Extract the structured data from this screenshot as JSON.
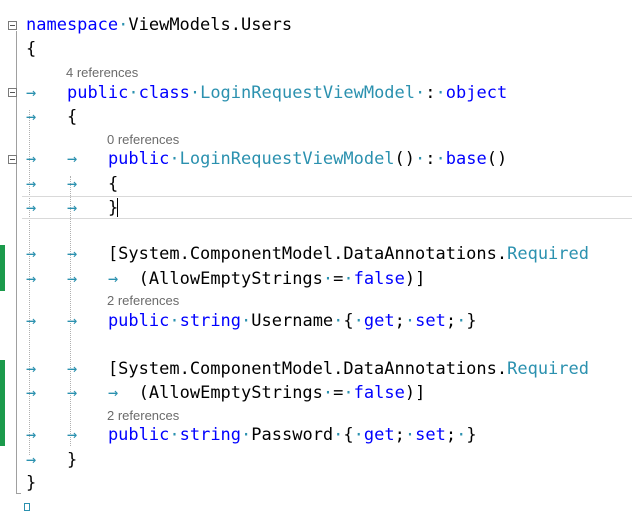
{
  "editor": {
    "lines": [
      {
        "segments": [
          {
            "t": "namespace",
            "c": "kw"
          },
          {
            "t": "·",
            "c": "ws"
          },
          {
            "t": "ViewModels.Users",
            "c": ""
          }
        ]
      },
      {
        "segments": [
          {
            "t": "{",
            "c": ""
          }
        ]
      },
      {
        "segments": [
          {
            "t": "→",
            "c": "ar"
          },
          {
            "t": "   ",
            "c": ""
          },
          {
            "t": "public",
            "c": "kw"
          },
          {
            "t": "·",
            "c": "ws"
          },
          {
            "t": "class",
            "c": "kw"
          },
          {
            "t": "·",
            "c": "ws"
          },
          {
            "t": "LoginRequestViewModel",
            "c": "ty"
          },
          {
            "t": "·",
            "c": "ws"
          },
          {
            "t": ":",
            "c": ""
          },
          {
            "t": "·",
            "c": "ws"
          },
          {
            "t": "object",
            "c": "kw"
          }
        ]
      },
      {
        "segments": [
          {
            "t": "→",
            "c": "ar"
          },
          {
            "t": "   ",
            "c": ""
          },
          {
            "t": "{",
            "c": ""
          }
        ]
      },
      {
        "segments": [
          {
            "t": "→",
            "c": "ar"
          },
          {
            "t": "   ",
            "c": ""
          },
          {
            "t": "→",
            "c": "ar"
          },
          {
            "t": "   ",
            "c": ""
          },
          {
            "t": "public",
            "c": "kw"
          },
          {
            "t": "·",
            "c": "ws"
          },
          {
            "t": "LoginRequestViewModel",
            "c": "ty"
          },
          {
            "t": "()",
            "c": ""
          },
          {
            "t": "·",
            "c": "ws"
          },
          {
            "t": ":",
            "c": ""
          },
          {
            "t": "·",
            "c": "ws"
          },
          {
            "t": "base",
            "c": "kw"
          },
          {
            "t": "()",
            "c": ""
          }
        ]
      },
      {
        "segments": [
          {
            "t": "→",
            "c": "ar"
          },
          {
            "t": "   ",
            "c": ""
          },
          {
            "t": "→",
            "c": "ar"
          },
          {
            "t": "   ",
            "c": ""
          },
          {
            "t": "{",
            "c": ""
          }
        ]
      },
      {
        "segments": [
          {
            "t": "→",
            "c": "ar"
          },
          {
            "t": "   ",
            "c": ""
          },
          {
            "t": "→",
            "c": "ar"
          },
          {
            "t": "   ",
            "c": ""
          },
          {
            "t": "}",
            "c": ""
          }
        ]
      },
      {
        "segments": []
      },
      {
        "segments": [
          {
            "t": "→",
            "c": "ar"
          },
          {
            "t": "   ",
            "c": ""
          },
          {
            "t": "→",
            "c": "ar"
          },
          {
            "t": "   ",
            "c": ""
          },
          {
            "t": "[System.ComponentModel.DataAnnotations.",
            "c": ""
          },
          {
            "t": "Required",
            "c": "ty"
          }
        ]
      },
      {
        "segments": [
          {
            "t": "→",
            "c": "ar"
          },
          {
            "t": "   ",
            "c": ""
          },
          {
            "t": "→",
            "c": "ar"
          },
          {
            "t": "   ",
            "c": ""
          },
          {
            "t": "→",
            "c": "ar"
          },
          {
            "t": "  ",
            "c": ""
          },
          {
            "t": "(AllowEmptyStrings",
            "c": ""
          },
          {
            "t": "·",
            "c": "ws"
          },
          {
            "t": "=",
            "c": ""
          },
          {
            "t": "·",
            "c": "ws"
          },
          {
            "t": "false",
            "c": "kw"
          },
          {
            "t": ")]",
            "c": ""
          }
        ]
      },
      {
        "segments": [
          {
            "t": "→",
            "c": "ar"
          },
          {
            "t": "   ",
            "c": ""
          },
          {
            "t": "→",
            "c": "ar"
          },
          {
            "t": "   ",
            "c": ""
          },
          {
            "t": "public",
            "c": "kw"
          },
          {
            "t": "·",
            "c": "ws"
          },
          {
            "t": "string",
            "c": "kw"
          },
          {
            "t": "·",
            "c": "ws"
          },
          {
            "t": "Username",
            "c": ""
          },
          {
            "t": "·",
            "c": "ws"
          },
          {
            "t": "{",
            "c": ""
          },
          {
            "t": "·",
            "c": "ws"
          },
          {
            "t": "get",
            "c": "kw"
          },
          {
            "t": ";",
            "c": ""
          },
          {
            "t": "·",
            "c": "ws"
          },
          {
            "t": "set",
            "c": "kw"
          },
          {
            "t": ";",
            "c": ""
          },
          {
            "t": "·",
            "c": "ws"
          },
          {
            "t": "}",
            "c": ""
          }
        ]
      },
      {
        "segments": []
      },
      {
        "segments": [
          {
            "t": "→",
            "c": "ar"
          },
          {
            "t": "   ",
            "c": ""
          },
          {
            "t": "→",
            "c": "ar"
          },
          {
            "t": "   ",
            "c": ""
          },
          {
            "t": "[System.ComponentModel.DataAnnotations.",
            "c": ""
          },
          {
            "t": "Required",
            "c": "ty"
          }
        ]
      },
      {
        "segments": [
          {
            "t": "→",
            "c": "ar"
          },
          {
            "t": "   ",
            "c": ""
          },
          {
            "t": "→",
            "c": "ar"
          },
          {
            "t": "   ",
            "c": ""
          },
          {
            "t": "→",
            "c": "ar"
          },
          {
            "t": "  ",
            "c": ""
          },
          {
            "t": "(AllowEmptyStrings",
            "c": ""
          },
          {
            "t": "·",
            "c": "ws"
          },
          {
            "t": "=",
            "c": ""
          },
          {
            "t": "·",
            "c": "ws"
          },
          {
            "t": "false",
            "c": "kw"
          },
          {
            "t": ")]",
            "c": ""
          }
        ]
      },
      {
        "segments": [
          {
            "t": "→",
            "c": "ar"
          },
          {
            "t": "   ",
            "c": ""
          },
          {
            "t": "→",
            "c": "ar"
          },
          {
            "t": "   ",
            "c": ""
          },
          {
            "t": "public",
            "c": "kw"
          },
          {
            "t": "·",
            "c": "ws"
          },
          {
            "t": "string",
            "c": "kw"
          },
          {
            "t": "·",
            "c": "ws"
          },
          {
            "t": "Password",
            "c": ""
          },
          {
            "t": "·",
            "c": "ws"
          },
          {
            "t": "{",
            "c": ""
          },
          {
            "t": "·",
            "c": "ws"
          },
          {
            "t": "get",
            "c": "kw"
          },
          {
            "t": ";",
            "c": ""
          },
          {
            "t": "·",
            "c": "ws"
          },
          {
            "t": "set",
            "c": "kw"
          },
          {
            "t": ";",
            "c": ""
          },
          {
            "t": "·",
            "c": "ws"
          },
          {
            "t": "}",
            "c": ""
          }
        ]
      },
      {
        "segments": [
          {
            "t": "→",
            "c": "ar"
          },
          {
            "t": "   ",
            "c": ""
          },
          {
            "t": "}",
            "c": ""
          }
        ]
      },
      {
        "segments": [
          {
            "t": "}",
            "c": ""
          }
        ]
      }
    ],
    "lenses": {
      "class_refs": "4 references",
      "ctor_refs": "0 references",
      "username_refs": "2 references",
      "password_refs": "2 references"
    },
    "colors": {
      "keyword": "#0000ff",
      "type": "#2b91af",
      "whitespace_glyph": "#2b91af",
      "change_bar": "#1b9a4b",
      "codelens": "#6b6b6b"
    }
  }
}
